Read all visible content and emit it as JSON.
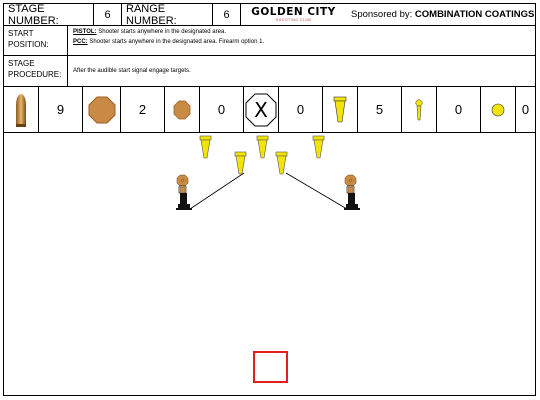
{
  "header": {
    "stage_label": "STAGE NUMBER:",
    "stage_number": "6",
    "range_label": "RANGE NUMBER:",
    "range_number": "6",
    "logo_text": "GOLDEN CITY",
    "logo_sub": "SHOOTING CLUB",
    "sponsor_label": "Sponsored by:",
    "sponsor_name": "COMBINATION COATINGS"
  },
  "start_position": {
    "label": "START POSITION:",
    "pistol_label": "PISTOL:",
    "pistol_text": "Shooter starts anywhere in the designated area.",
    "pcc_label": "PCC:",
    "pcc_text": "Shooter starts anywhere in the designated area. Firearm option 1."
  },
  "stage_procedure": {
    "label": "STAGE PROCEDURE:",
    "text": "After the audible start signal engage targets."
  },
  "counts": [
    {
      "icon": "bullet-icon",
      "value": "9"
    },
    {
      "icon": "large-steel-plate-icon",
      "value": "2"
    },
    {
      "icon": "small-steel-plate-icon",
      "value": "0"
    },
    {
      "icon": "no-shoot-icon",
      "value": "0"
    },
    {
      "icon": "popper-icon",
      "value": "5"
    },
    {
      "icon": "mini-popper-icon",
      "value": "0"
    },
    {
      "icon": "round-plate-icon",
      "value": "0"
    }
  ],
  "diagram": {
    "popper_count": 5,
    "steel_target_count": 2,
    "start_box": "start-box"
  },
  "colors": {
    "popper": "#f2e30a",
    "steel": "#c8894a",
    "start_box": "#e02020"
  }
}
